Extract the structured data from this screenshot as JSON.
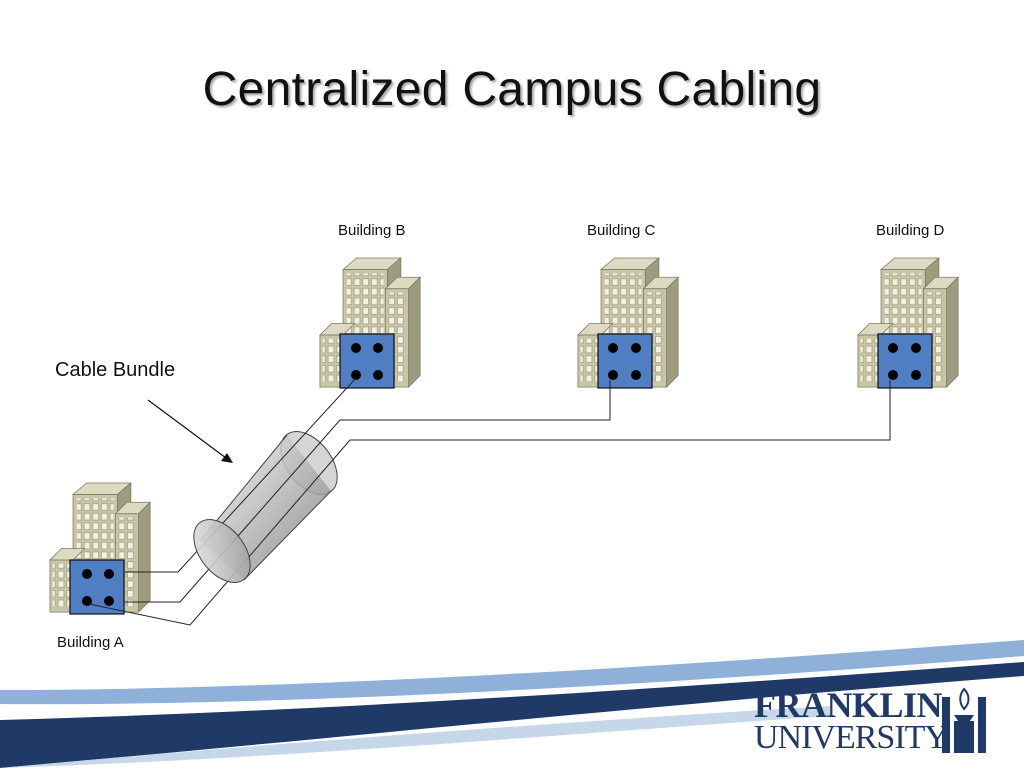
{
  "slide": {
    "title": "Centralized Campus Cabling"
  },
  "buildings": {
    "a": {
      "label": "Building A"
    },
    "b": {
      "label": "Building B"
    },
    "c": {
      "label": "Building C"
    },
    "d": {
      "label": "Building D"
    }
  },
  "annotation": {
    "cable_bundle_label": "Cable Bundle"
  },
  "logo": {
    "line1": "FRANKLIN",
    "line2": "UNIVERSITY"
  },
  "colors": {
    "building_body": "#c9c6a6",
    "building_side": "#9e9c7f",
    "building_roof": "#dcdac0",
    "panel_blue": "#4f7fc2",
    "wave_navy": "#1f3a66",
    "wave_light": "#8fb1d9",
    "logo_navy": "#1f3a66"
  }
}
